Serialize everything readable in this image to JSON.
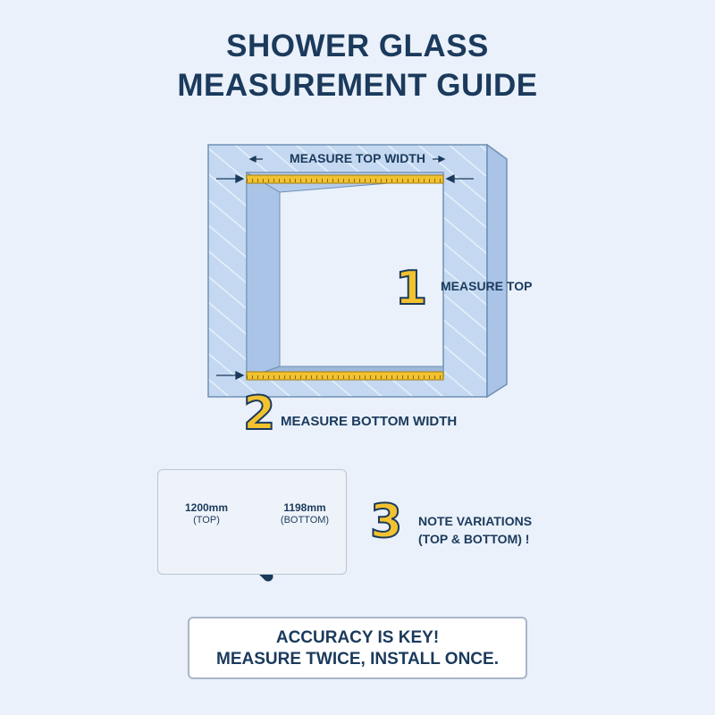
{
  "title": {
    "line1": "SHOWER GLASS",
    "line2": "MEASUREMENT GUIDE"
  },
  "diagram": {
    "top_width_label": "MEASURE TOP WIDTH",
    "step1": {
      "number": "1",
      "label": "MEASURE TOP"
    },
    "step2": {
      "number": "2",
      "label": "MEASURE BOTTOM WIDTH"
    },
    "step3": {
      "number": "3",
      "label_line1": "NOTE VARIATIONS",
      "label_line2": "(TOP & BOTTOM) !"
    }
  },
  "variation_card": {
    "top_value": "1200mm",
    "top_caption": "(TOP)",
    "bottom_value": "1198mm",
    "bottom_caption": "(BOTTOM)",
    "icon": "magnifier-icon"
  },
  "footer": {
    "line1": "ACCURACY IS KEY!",
    "line2": "MEASURE TWICE, INSTALL ONCE."
  },
  "colors": {
    "navy": "#1b3a5c",
    "tape_yellow": "#f2c22f",
    "glass_blue": "#bcd4ef",
    "background": "#eaf1fa"
  }
}
